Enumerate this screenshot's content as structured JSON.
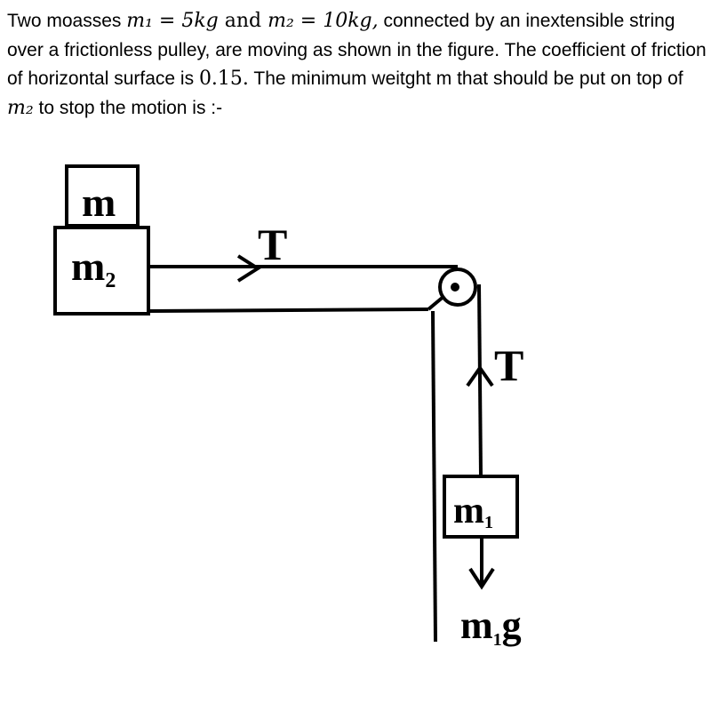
{
  "question": {
    "t1": "Two moasses ",
    "m1_expr": "m₁ = 5kg",
    "and": " and ",
    "m2_expr": "m₂ = 10kg,",
    "t2": " connected by an inextensible string over a frictionless pulley, are moving as shown in the figure. The coefficient of friction of horizontal surface is ",
    "mu": "0.15.",
    "t3": " The minimum weitght m that should be put on top of ",
    "m2_sym": "m₂",
    "t4": " to stop the motion is :-"
  },
  "figure": {
    "top_block": "m",
    "block_m2": "m",
    "block_m2_sub": "2",
    "tension_horizontal": "T",
    "tension_vertical": "T",
    "block_m1": "m",
    "block_m1_sub": "1",
    "weight_label": "m",
    "weight_label_sub": "1",
    "weight_label_g": "g"
  }
}
